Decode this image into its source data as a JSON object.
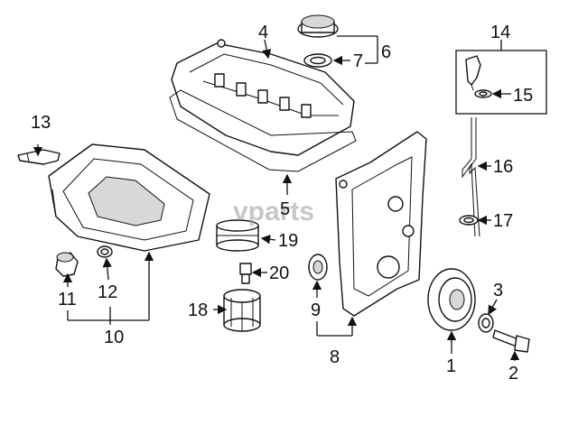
{
  "watermark": "vparts",
  "callouts": {
    "c1": "1",
    "c2": "2",
    "c3": "3",
    "c4": "4",
    "c5": "5",
    "c6": "6",
    "c7": "7",
    "c8": "8",
    "c9": "9",
    "c10": "10",
    "c11": "11",
    "c12": "12",
    "c13": "13",
    "c14": "14",
    "c15": "15",
    "c16": "16",
    "c17": "17",
    "c18": "18",
    "c19": "19",
    "c20": "20"
  }
}
